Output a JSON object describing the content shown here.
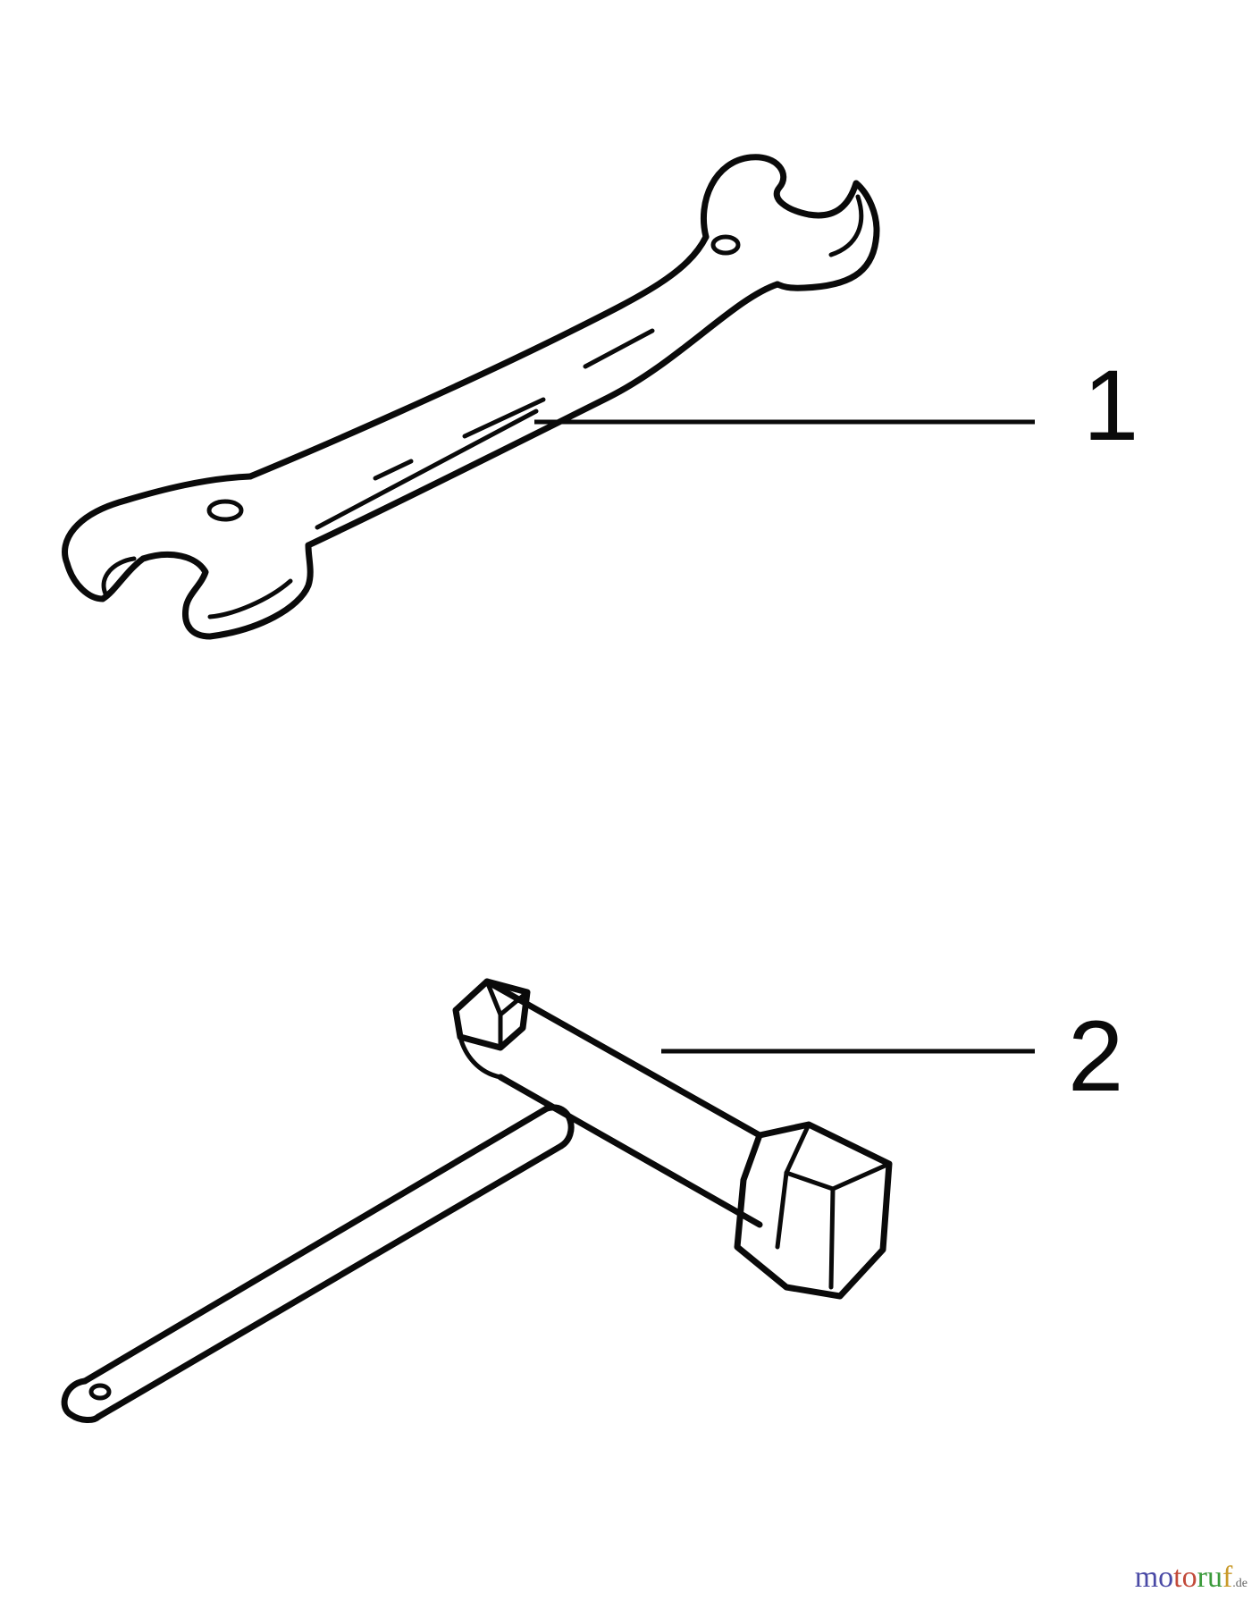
{
  "parts": [
    {
      "number": "1",
      "icon": "open-end-wrench-icon"
    },
    {
      "number": "2",
      "icon": "spark-plug-socket-wrench-icon"
    }
  ],
  "watermark": {
    "brand": "motoruf",
    "tld": ".de"
  }
}
